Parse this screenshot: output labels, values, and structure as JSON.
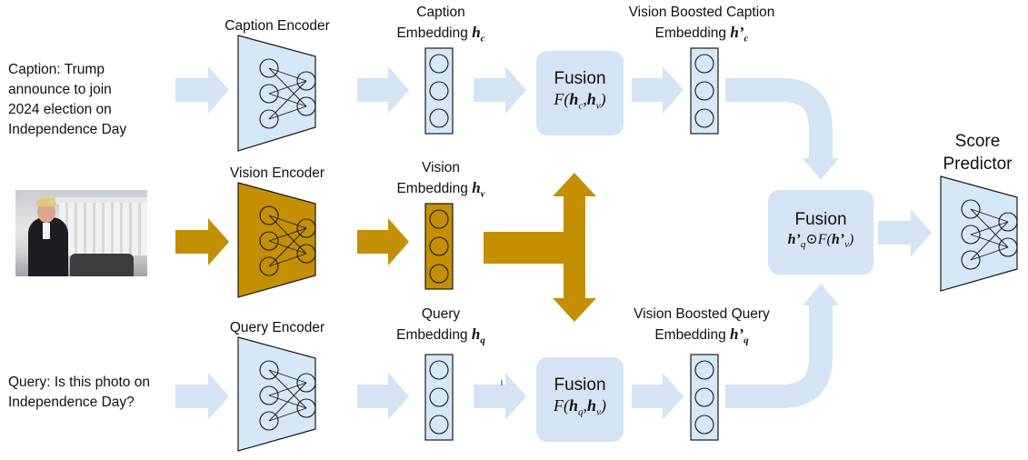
{
  "colors": {
    "flow_arrow": "#d4e4f5",
    "vision_arrow": "#c48f00",
    "encoder_light": "#d6e7f8",
    "encoder_vision": "#c48f00",
    "fusion_box": "#d4e4f5",
    "embedding_light": "#d6e7f8",
    "embedding_vision": "#c48f00",
    "stroke": "#1a1a1a"
  },
  "inputs": {
    "caption": [
      "Caption: Trump",
      "announce to join",
      "2024 election on",
      "Independence Day"
    ],
    "query": [
      "Query: Is this photo on",
      "Independence Day?"
    ]
  },
  "encoders": {
    "caption": "Caption Encoder",
    "vision": "Vision Encoder",
    "query": "Query Encoder"
  },
  "embeddings": {
    "caption": {
      "line1": "Caption",
      "line2": "Embedding",
      "symbol": "h",
      "sub": "c"
    },
    "vision": {
      "line1": "Vision",
      "line2": "Embedding",
      "symbol": "h",
      "sub": "v"
    },
    "query": {
      "line1": "Query",
      "line2": "Embedding",
      "symbol": "h",
      "sub": "q"
    }
  },
  "fusions": {
    "caption": {
      "title": "Fusion",
      "func": "F(",
      "a": "h",
      "a_sub": "c",
      "b": "h",
      "b_sub": "v",
      "close": ")"
    },
    "query": {
      "title": "Fusion",
      "func": "F(",
      "a": "h",
      "a_sub": "q",
      "b": "h",
      "b_sub": "v",
      "close": ")"
    },
    "final": {
      "title": "Fusion",
      "a": "h’",
      "a_sub": "q",
      "op": "⊙",
      "func": "F(",
      "b": "h’",
      "b_sub": "v",
      "close": ")"
    }
  },
  "boosted": {
    "caption": {
      "line1": "Vision Boosted Caption",
      "line2": "Embedding",
      "symbol": "h’",
      "sub": "c"
    },
    "query": {
      "line1": "Vision Boosted Query",
      "line2": "Embedding",
      "symbol": "h’",
      "sub": "q"
    }
  },
  "predictor": {
    "line1": "Score",
    "line2": "Predictor"
  }
}
